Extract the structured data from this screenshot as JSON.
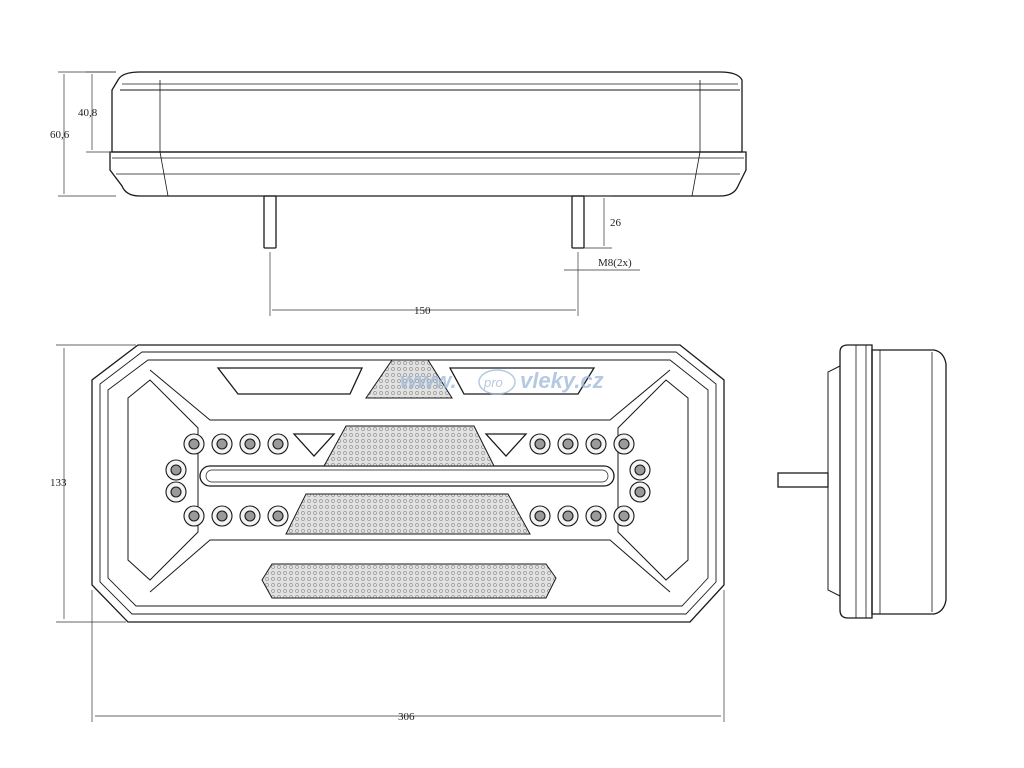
{
  "drawing": {
    "dimensions": {
      "total_height_label": "60,6",
      "body_height_label": "40,8",
      "stud_length_label": "26",
      "stud_thread_label": "M8(2x)",
      "stud_spacing_label": "150",
      "front_height_label": "133",
      "front_width_label": "306"
    },
    "watermark": {
      "prefix": "www.",
      "pro": "pro",
      "suffix": "vleky.cz"
    },
    "colors": {
      "line": "#1a1a1a",
      "dim_line": "#333333",
      "watermark": "#9db8d8",
      "mesh": "#d8d8d8"
    }
  }
}
